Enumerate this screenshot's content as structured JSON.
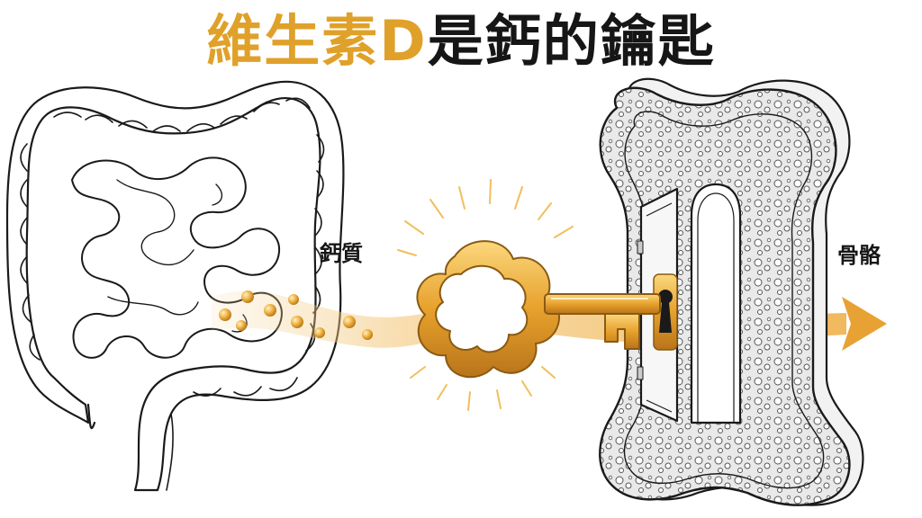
{
  "title": {
    "highlight": "維生素D",
    "rest": "是鈣的鑰匙"
  },
  "labels": {
    "left": "鈣質",
    "right": "骨骼"
  },
  "colors": {
    "accent": "#e0a12a",
    "key_gold": "#e7a12c",
    "ink": "#161616",
    "flow": "#f3c77a"
  },
  "illustrations": {
    "left": "intestine-illustration",
    "center": "golden-key-illustration",
    "right": "bone-with-door-illustration"
  }
}
